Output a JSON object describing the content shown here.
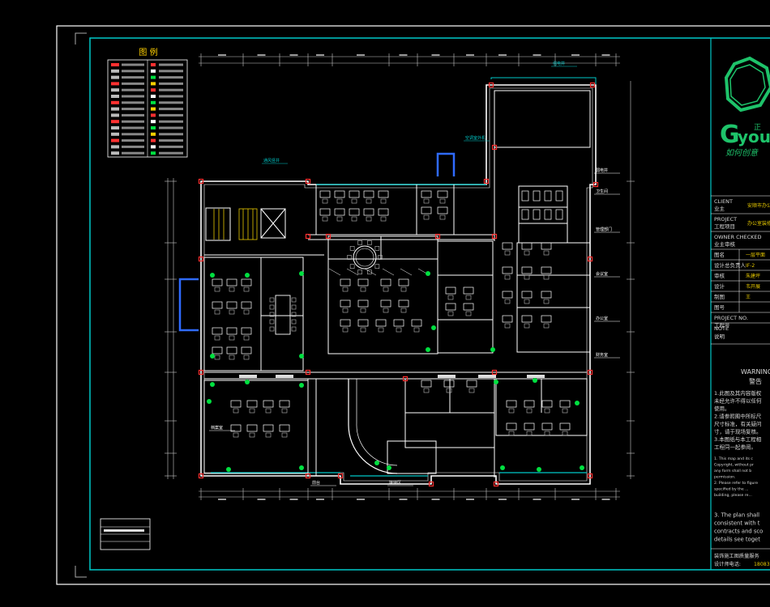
{
  "legend": {
    "title": "图    例"
  },
  "plan": {
    "callouts": [
      {
        "id": "c1",
        "text": "通风竖井"
      },
      {
        "id": "c2",
        "text": "空调室外机"
      },
      {
        "id": "c3",
        "text": "强电井"
      },
      {
        "id": "c4",
        "text": "弱电井"
      },
      {
        "id": "c5",
        "text": "卫生间"
      },
      {
        "id": "c6",
        "text": "管理部门"
      },
      {
        "id": "c7",
        "text": "会议室"
      },
      {
        "id": "c8",
        "text": "办公室"
      },
      {
        "id": "c9",
        "text": "财务室"
      },
      {
        "id": "c10",
        "text": "档案室"
      },
      {
        "id": "c11",
        "text": "前台"
      },
      {
        "id": "c12",
        "text": "接待区"
      }
    ]
  },
  "title_block": {
    "brand_script": "如何创意",
    "rows": [
      {
        "label_en": "CLIENT",
        "label_cn": "业主",
        "value": "安顺市办公室"
      },
      {
        "label_en": "PROJECT",
        "label_cn": "工程项目",
        "value": "办公室装修"
      },
      {
        "label_en": "OWNER CHECKED",
        "label_cn": "业主审核",
        "value": ""
      },
      {
        "label_en": "",
        "label_cn": "图名",
        "value": "一层平面"
      },
      {
        "label_en": "",
        "label_cn": "设计总负责人",
        "value": "IF-2"
      },
      {
        "label_en": "",
        "label_cn": "审核",
        "value": "朱建坪"
      },
      {
        "label_en": "",
        "label_cn": "设计",
        "value": "韦开展"
      },
      {
        "label_en": "",
        "label_cn": "制图",
        "value": "王"
      },
      {
        "label_en": "",
        "label_cn": "图号",
        "value": ""
      },
      {
        "label_en": "PROJECT NO.",
        "label_cn": "工程号",
        "value": ""
      }
    ],
    "note_en": "NOTE",
    "note_cn": "说明",
    "warning_en": "WARNING",
    "warning_cn": "警告",
    "warning_lines": [
      "1.此图及其内容版权",
      "未经允许不得以任何",
      "使用。",
      "2.请参照图中所标尺",
      "尺寸标准，有关疑问",
      "寸，请于现场复核。",
      "3.本图纸与本工程相",
      "工程同一起参阅。"
    ],
    "warning_en_lines": [
      "1. This map and its c",
      "Copyright, without pr",
      "any form shall not b",
      "permission.",
      "2. Please refer to figure",
      "specified by the ...",
      "building, please re..."
    ],
    "note_en_lines": [
      "3. The plan shall",
      "consistent with t",
      "contracts and sco",
      "details see toget"
    ],
    "footer1": "装饰施工图质量服务",
    "footer2": "设计师电话:",
    "footer2_value": "18083"
  },
  "colors": {
    "frame": "#ffffff",
    "border": "#00c8c8",
    "wall": "#ffffff",
    "dim": "#c8c8c8",
    "red": "#ff3030",
    "green": "#00e040",
    "blue": "#2f6bff",
    "yellow": "#e6c800",
    "brand_green": "#1ec36a"
  }
}
